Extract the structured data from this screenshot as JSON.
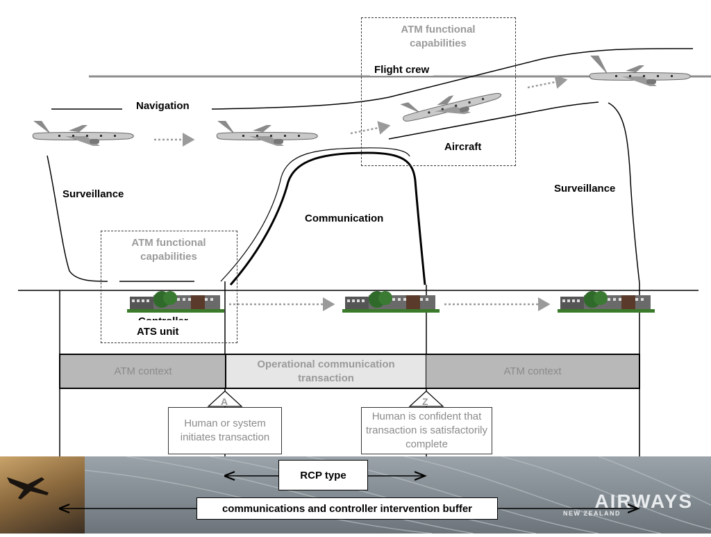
{
  "labels": {
    "navigation": "Navigation",
    "flight_crew": "Flight crew",
    "aircraft": "Aircraft",
    "surveillance_left": "Surveillance",
    "surveillance_right": "Surveillance",
    "communication": "Communication",
    "atm_functional_top": "ATM functional capabilities",
    "atm_functional_bottom": "ATM functional capabilities",
    "ats_unit": "ATS unit",
    "controller_partial": "Controller"
  },
  "bars": {
    "atm_context_left": "ATM context",
    "operational": "Operational communication transaction",
    "atm_context_right": "ATM context"
  },
  "markers": {
    "a": "A",
    "z": "Z"
  },
  "boxes": {
    "initiates": "Human or system initiates transaction",
    "complete": "Human is confident that transaction is satisfactorily complete"
  },
  "spans": {
    "rcp_type": "RCP type",
    "buffer": "communications and controller intervention buffer"
  },
  "branding": {
    "name": "AIRWAYS",
    "sub": "NEW ZEALAND"
  },
  "colors": {
    "bar_grey": "#b8b8b8",
    "bar_light": "#e6e6e6",
    "grey_text": "#9a9a9a"
  },
  "icons": [
    "airplane-icon",
    "building-icon",
    "tree-icon"
  ]
}
